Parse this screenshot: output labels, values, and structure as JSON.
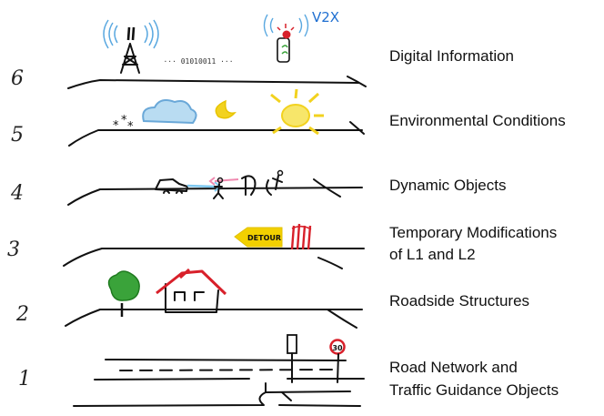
{
  "layers": [
    {
      "number": "6",
      "label_lines": [
        "Digital Information"
      ]
    },
    {
      "number": "5",
      "label_lines": [
        "Environmental Conditions"
      ]
    },
    {
      "number": "4",
      "label_lines": [
        "Dynamic Objects"
      ]
    },
    {
      "number": "3",
      "label_lines": [
        "Temporary Modifications",
        "of L1 and L2"
      ]
    },
    {
      "number": "2",
      "label_lines": [
        "Roadside Structures"
      ]
    },
    {
      "number": "1",
      "label_lines": [
        "Road Network and",
        "Traffic Guidance Objects"
      ]
    }
  ],
  "sketch_text": {
    "v2x": "V2X",
    "binary": "··· 01010011 ···",
    "detour": "DETOUR",
    "speed_sign": "30"
  },
  "colors": {
    "ink": "#111111",
    "cloud": "#8ec3e6",
    "sun": "#f2d21f",
    "moon": "#e8c400",
    "detour_sign": "#f2d000",
    "red": "#d8202a",
    "tree": "#3aa33a",
    "arrow_blue": "#7ec8f0",
    "arrow_pink": "#f08ab0",
    "signal_blue": "#5aa8e0",
    "v2x_blue": "#1f6fd1"
  }
}
